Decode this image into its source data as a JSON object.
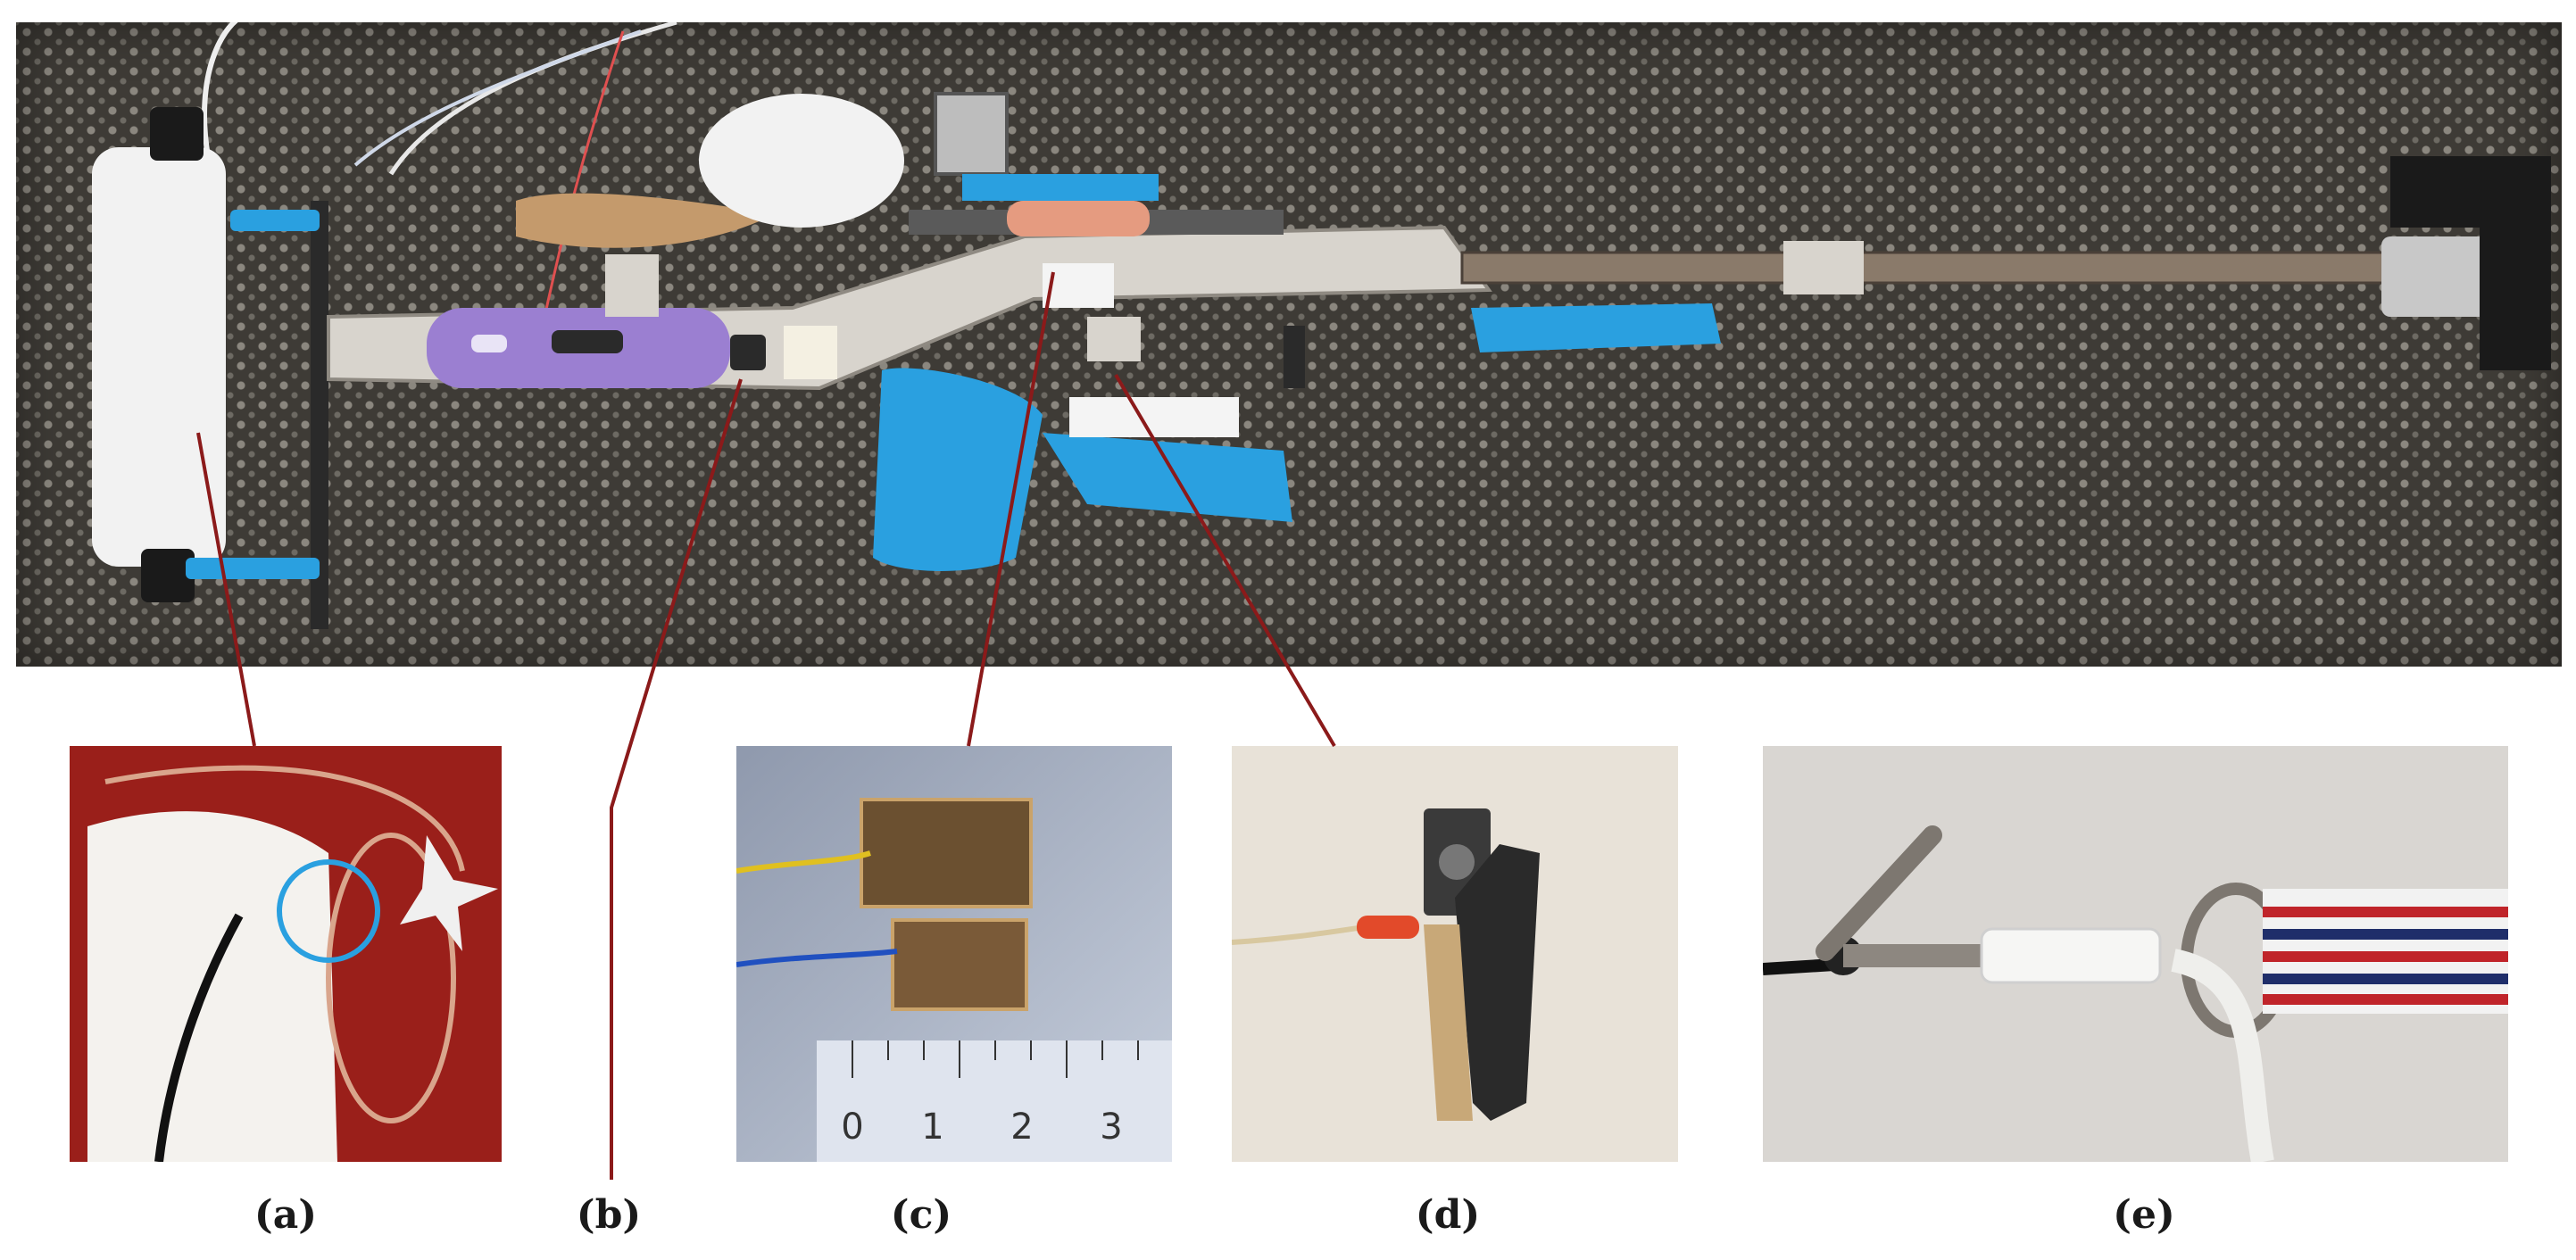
{
  "figure": {
    "labels": {
      "a": "(a)",
      "b": "(b)",
      "c": "(c)",
      "d": "(d)",
      "e": "(e)"
    },
    "ruler_ticks": [
      "0",
      "1",
      "2",
      "3"
    ]
  },
  "colors": {
    "leader_line": "#8b1a1a",
    "mat": "#3e3b36",
    "printed_blue": "#2aa0e0",
    "printed_purple": "#9b7fd1",
    "inset_a_bg": "#9a1f1a",
    "inset_c_bg": "#a9b3c6",
    "inset_d_bg": "#e8e2d8",
    "inset_e_bg": "#d9d6d2"
  }
}
